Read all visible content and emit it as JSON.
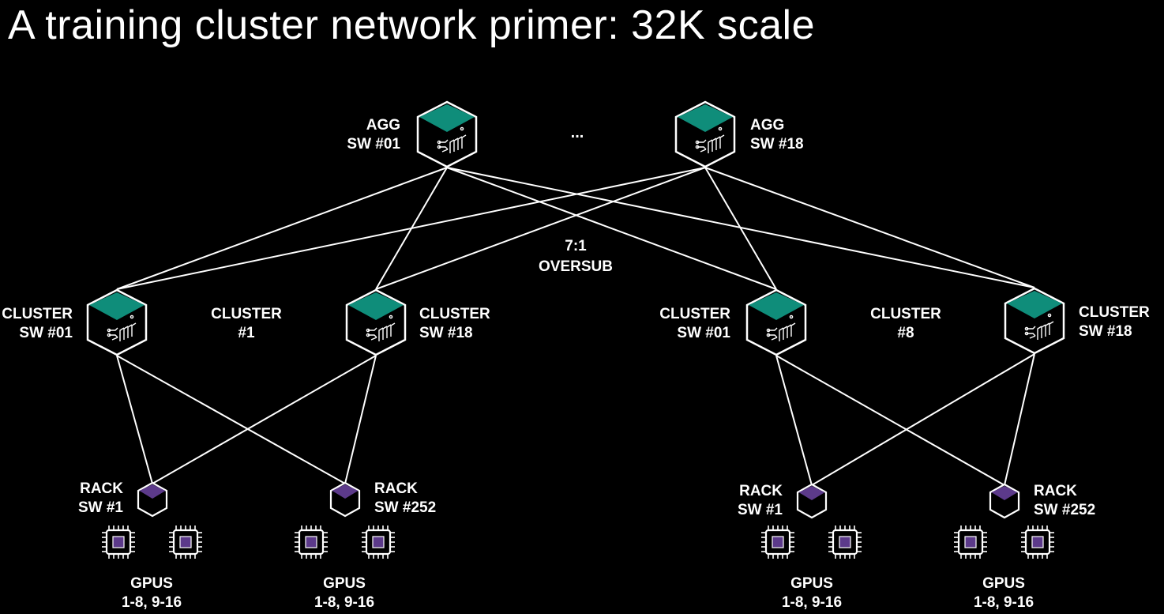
{
  "title": "A training cluster network primer: 32K scale",
  "colors": {
    "switch_top": "#0f8d7a",
    "rack_top": "#5c3a8a",
    "gpu_core": "#5c3a8a",
    "line": "#ffffff"
  },
  "agg": {
    "ellipsis": "...",
    "switches": [
      {
        "line1": "AGG",
        "line2": "SW #01"
      },
      {
        "line1": "AGG",
        "line2": "SW #18"
      }
    ]
  },
  "oversub": {
    "line1": "7:1",
    "line2": "OVERSUB"
  },
  "clusters": [
    {
      "name_line1": "CLUSTER",
      "name_line2": "#1",
      "switches": [
        {
          "line1": "CLUSTER",
          "line2": "SW #01"
        },
        {
          "line1": "CLUSTER",
          "line2": "SW #18"
        }
      ],
      "racks": [
        {
          "line1": "RACK",
          "line2": "SW #1",
          "gpus_line1": "GPUS",
          "gpus_line2": "1-8, 9-16"
        },
        {
          "line1": "RACK",
          "line2": "SW #252",
          "gpus_line1": "GPUS",
          "gpus_line2": "1-8, 9-16"
        }
      ]
    },
    {
      "name_line1": "CLUSTER",
      "name_line2": "#8",
      "switches": [
        {
          "line1": "CLUSTER",
          "line2": "SW #01"
        },
        {
          "line1": "CLUSTER",
          "line2": "SW #18"
        }
      ],
      "racks": [
        {
          "line1": "RACK",
          "line2": "SW #1",
          "gpus_line1": "GPUS",
          "gpus_line2": "1-8, 9-16"
        },
        {
          "line1": "RACK",
          "line2": "SW #252",
          "gpus_line1": "GPUS",
          "gpus_line2": "1-8, 9-16"
        }
      ]
    }
  ]
}
